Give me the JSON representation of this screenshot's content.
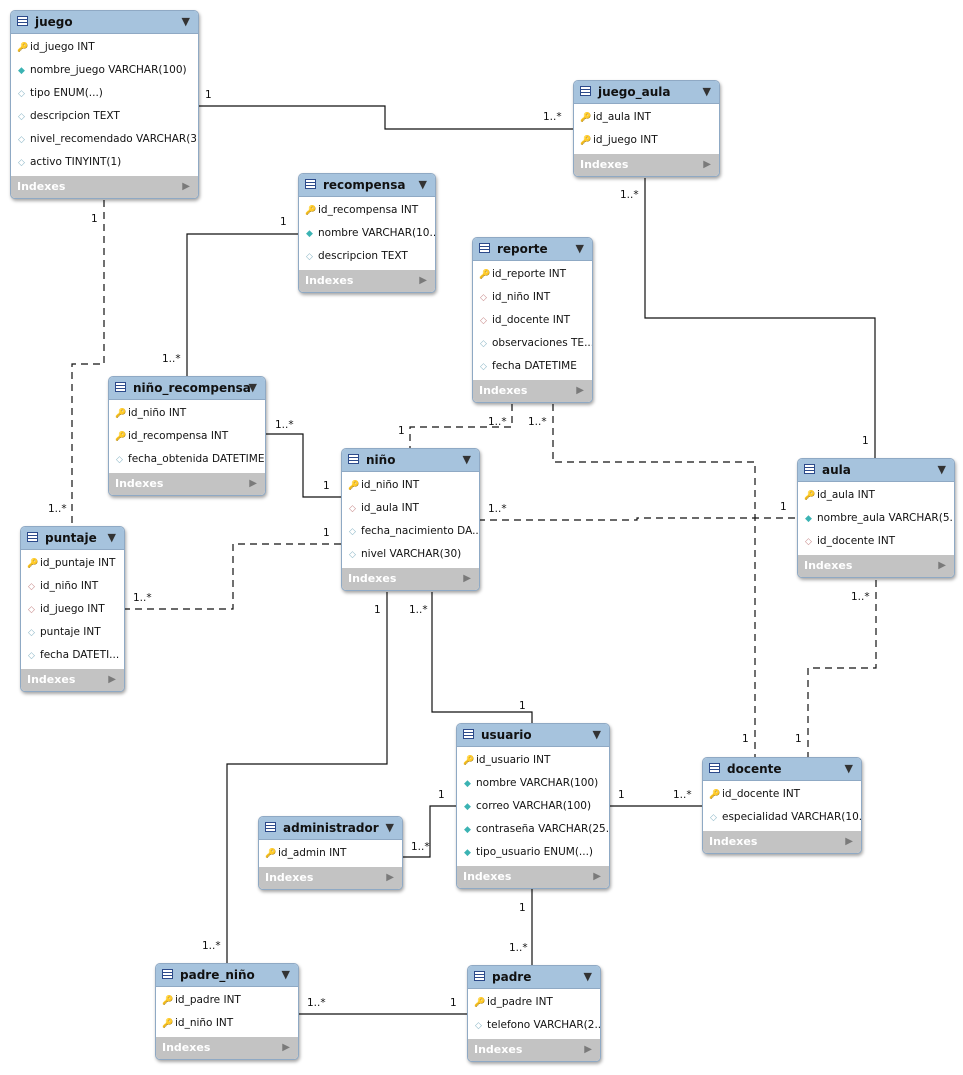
{
  "tables": [
    {
      "key": "juego",
      "name": "juego",
      "indexes": "Indexes",
      "columns": [
        {
          "icon": "pk",
          "text": "id_juego INT"
        },
        {
          "icon": "nn",
          "text": "nombre_juego VARCHAR(100)"
        },
        {
          "icon": "nd",
          "text": "tipo ENUM(...)"
        },
        {
          "icon": "nd",
          "text": "descripcion TEXT"
        },
        {
          "icon": "nd",
          "text": "nivel_recomendado VARCHAR(3..."
        },
        {
          "icon": "nd",
          "text": "activo TINYINT(1)"
        }
      ]
    },
    {
      "key": "juego_aula",
      "name": "juego_aula",
      "indexes": "Indexes",
      "columns": [
        {
          "icon": "fk",
          "text": "id_aula INT"
        },
        {
          "icon": "fk",
          "text": "id_juego INT"
        }
      ]
    },
    {
      "key": "recompensa",
      "name": "recompensa",
      "indexes": "Indexes",
      "columns": [
        {
          "icon": "pk",
          "text": "id_recompensa INT"
        },
        {
          "icon": "nn",
          "text": "nombre VARCHAR(10..."
        },
        {
          "icon": "nd",
          "text": "descripcion TEXT"
        }
      ]
    },
    {
      "key": "reporte",
      "name": "reporte",
      "indexes": "Indexes",
      "columns": [
        {
          "icon": "pk",
          "text": "id_reporte INT"
        },
        {
          "icon": "fkd",
          "text": "id_niño INT"
        },
        {
          "icon": "fkd",
          "text": "id_docente INT"
        },
        {
          "icon": "nd",
          "text": "observaciones TE..."
        },
        {
          "icon": "nd",
          "text": "fecha DATETIME"
        }
      ]
    },
    {
      "key": "nino_recompensa",
      "name": "niño_recompensa",
      "indexes": "Indexes",
      "columns": [
        {
          "icon": "fk",
          "text": "id_niño INT"
        },
        {
          "icon": "fk",
          "text": "id_recompensa INT"
        },
        {
          "icon": "nd",
          "text": "fecha_obtenida DATETIME"
        }
      ]
    },
    {
      "key": "nino",
      "name": "niño",
      "indexes": "Indexes",
      "columns": [
        {
          "icon": "fk",
          "text": "id_niño INT"
        },
        {
          "icon": "fkd",
          "text": "id_aula INT"
        },
        {
          "icon": "nd",
          "text": "fecha_nacimiento DA..."
        },
        {
          "icon": "nd",
          "text": "nivel VARCHAR(30)"
        }
      ]
    },
    {
      "key": "aula",
      "name": "aula",
      "indexes": "Indexes",
      "columns": [
        {
          "icon": "pk",
          "text": "id_aula INT"
        },
        {
          "icon": "nn",
          "text": "nombre_aula VARCHAR(5..."
        },
        {
          "icon": "fkd",
          "text": "id_docente INT"
        }
      ]
    },
    {
      "key": "puntaje",
      "name": "puntaje",
      "indexes": "Indexes",
      "columns": [
        {
          "icon": "pk",
          "text": "id_puntaje INT"
        },
        {
          "icon": "fkd",
          "text": "id_niño INT"
        },
        {
          "icon": "fkd",
          "text": "id_juego INT"
        },
        {
          "icon": "nd",
          "text": "puntaje INT"
        },
        {
          "icon": "nd",
          "text": "fecha DATETI..."
        }
      ]
    },
    {
      "key": "usuario",
      "name": "usuario",
      "indexes": "Indexes",
      "columns": [
        {
          "icon": "pk",
          "text": "id_usuario INT"
        },
        {
          "icon": "nn",
          "text": "nombre VARCHAR(100)"
        },
        {
          "icon": "nn",
          "text": "correo VARCHAR(100)"
        },
        {
          "icon": "nn",
          "text": "contraseña VARCHAR(25..."
        },
        {
          "icon": "nn",
          "text": "tipo_usuario ENUM(...)"
        }
      ]
    },
    {
      "key": "docente",
      "name": "docente",
      "indexes": "Indexes",
      "columns": [
        {
          "icon": "fk",
          "text": "id_docente INT"
        },
        {
          "icon": "nd",
          "text": "especialidad VARCHAR(10..."
        }
      ]
    },
    {
      "key": "administrador",
      "name": "administrador",
      "indexes": "Indexes",
      "columns": [
        {
          "icon": "fk",
          "text": "id_admin INT"
        }
      ]
    },
    {
      "key": "padre_nino",
      "name": "padre_niño",
      "indexes": "Indexes",
      "columns": [
        {
          "icon": "fk",
          "text": "id_padre INT"
        },
        {
          "icon": "fk",
          "text": "id_niño INT"
        }
      ]
    },
    {
      "key": "padre",
      "name": "padre",
      "indexes": "Indexes",
      "columns": [
        {
          "icon": "fk",
          "text": "id_padre INT"
        },
        {
          "icon": "nd",
          "text": "telefono VARCHAR(2..."
        }
      ]
    }
  ],
  "relations": [
    {
      "key": "juego-juego_aula",
      "dashed": false,
      "labels": [
        "1",
        "1..*"
      ]
    },
    {
      "key": "juego_aula-aula",
      "dashed": false,
      "labels": [
        "1..*",
        "1"
      ]
    },
    {
      "key": "juego-puntaje",
      "dashed": true,
      "labels": [
        "1",
        "1..*"
      ]
    },
    {
      "key": "recompensa-nino_recompensa",
      "dashed": false,
      "labels": [
        "1",
        "1..*"
      ]
    },
    {
      "key": "nino_recompensa-nino",
      "dashed": false,
      "labels": [
        "1..*",
        "1"
      ]
    },
    {
      "key": "reporte-nino",
      "dashed": true,
      "labels": [
        "1..*",
        "1"
      ]
    },
    {
      "key": "reporte-docente",
      "dashed": true,
      "labels": [
        "1..*",
        "1"
      ]
    },
    {
      "key": "nino-aula",
      "dashed": true,
      "labels": [
        "1..*",
        "1"
      ]
    },
    {
      "key": "nino-puntaje",
      "dashed": true,
      "labels": [
        "1",
        "1..*"
      ]
    },
    {
      "key": "nino-usuario",
      "dashed": false,
      "labels": [
        "1..*",
        "1"
      ]
    },
    {
      "key": "nino-padre_nino",
      "dashed": false,
      "labels": [
        "1",
        "1..*"
      ]
    },
    {
      "key": "aula-docente",
      "dashed": true,
      "labels": [
        "1..*",
        "1"
      ]
    },
    {
      "key": "usuario-docente",
      "dashed": false,
      "labels": [
        "1",
        "1..*"
      ]
    },
    {
      "key": "usuario-administrador",
      "dashed": false,
      "labels": [
        "1",
        "1..*"
      ]
    },
    {
      "key": "usuario-padre",
      "dashed": false,
      "labels": [
        "1",
        "1..*"
      ]
    },
    {
      "key": "padre-padre_nino",
      "dashed": false,
      "labels": [
        "1",
        "1..*"
      ]
    }
  ]
}
